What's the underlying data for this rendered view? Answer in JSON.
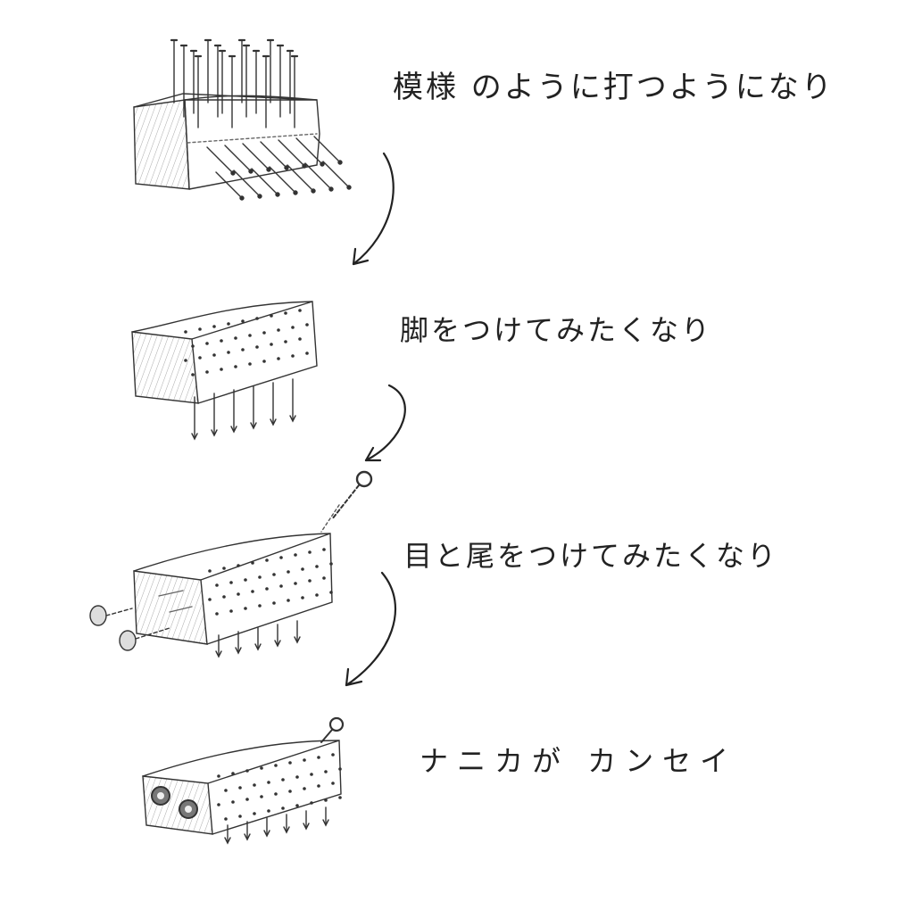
{
  "steps": [
    {
      "caption": "模様 のように打つようになり"
    },
    {
      "caption": "脚をつけてみたくなり"
    },
    {
      "caption": "目と尾をつけてみたくなり"
    },
    {
      "caption": "ナニカが カンセイ"
    }
  ],
  "colors": {
    "pencil": "#333333",
    "shade": "#9a9a9a",
    "paper": "#ffffff"
  },
  "icons": [
    "flow-arrow-icon",
    "nail-icon",
    "screw-eye-hook-icon",
    "thumbtack-eye-icon"
  ]
}
